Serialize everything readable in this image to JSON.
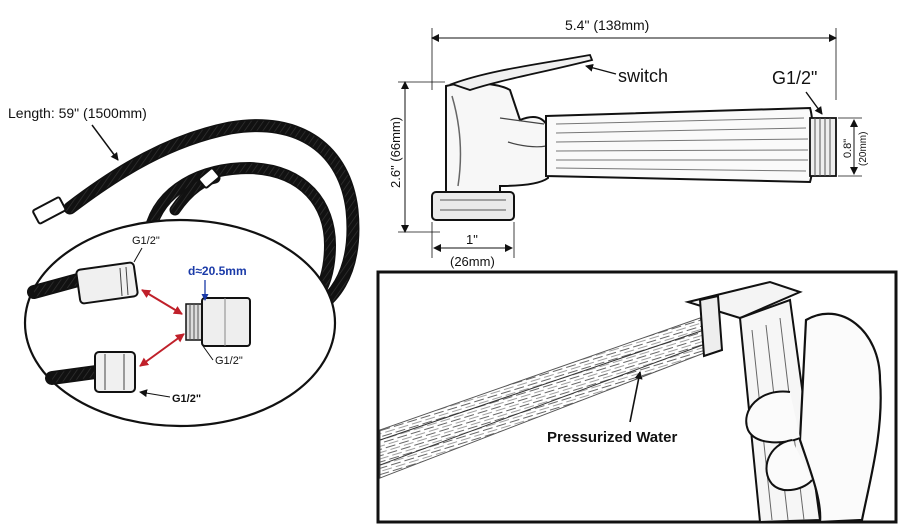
{
  "hose": {
    "length_label": "Length: 59\" (1500mm)",
    "inset": {
      "top_thread": "G1/2\"",
      "diameter": "d≈20.5mm",
      "adapter_thread": "G1/2\"",
      "bottom_thread": "G1/2\""
    }
  },
  "sprayer": {
    "width_label": "5.4\" (138mm)",
    "height_label": "2.6\" (66mm)",
    "base_label_line1": "1\"",
    "base_label_line2": "(26mm)",
    "switch_label": "switch",
    "thread_label": "G1/2\"",
    "thread_len_line1": "0.8\"",
    "thread_len_line2": "(20mm)"
  },
  "photo": {
    "water_label": "Pressurized Water"
  },
  "colors": {
    "ink": "#111111",
    "arrow_red": "#c0202a",
    "diameter_blue": "#1a3aa8"
  }
}
